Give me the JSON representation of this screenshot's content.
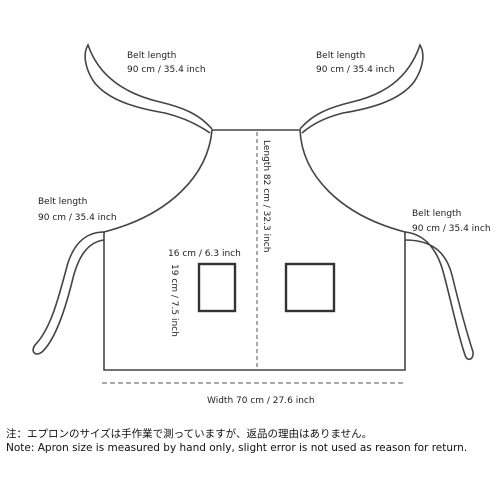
{
  "labels": {
    "belt_top_left": {
      "title": "Belt length",
      "value": "90 cm / 35.4 inch"
    },
    "belt_top_right": {
      "title": "Belt length",
      "value": "90 cm / 35.4 inch"
    },
    "belt_mid_left": {
      "title": "Belt length",
      "value": "90 cm / 35.4 inch"
    },
    "belt_mid_right": {
      "title": "Belt length",
      "value": "90 cm / 35.4 inch"
    },
    "length": "Length 82 cm / 32.3 inch",
    "width": "Width 70 cm / 27.6 inch",
    "pocket_width": "16 cm / 6.3 inch",
    "pocket_height": "19 cm / 7.5 inch"
  },
  "notes": {
    "japanese": "注：エプロンのサイズは手作業で測っていますが、返品の理由はありません。",
    "english": "Note: Apron size is measured by hand only, slight error is not used as reason for return."
  },
  "colors": {
    "outline": "#444444",
    "pocket": "#333333",
    "text": "#222222"
  }
}
